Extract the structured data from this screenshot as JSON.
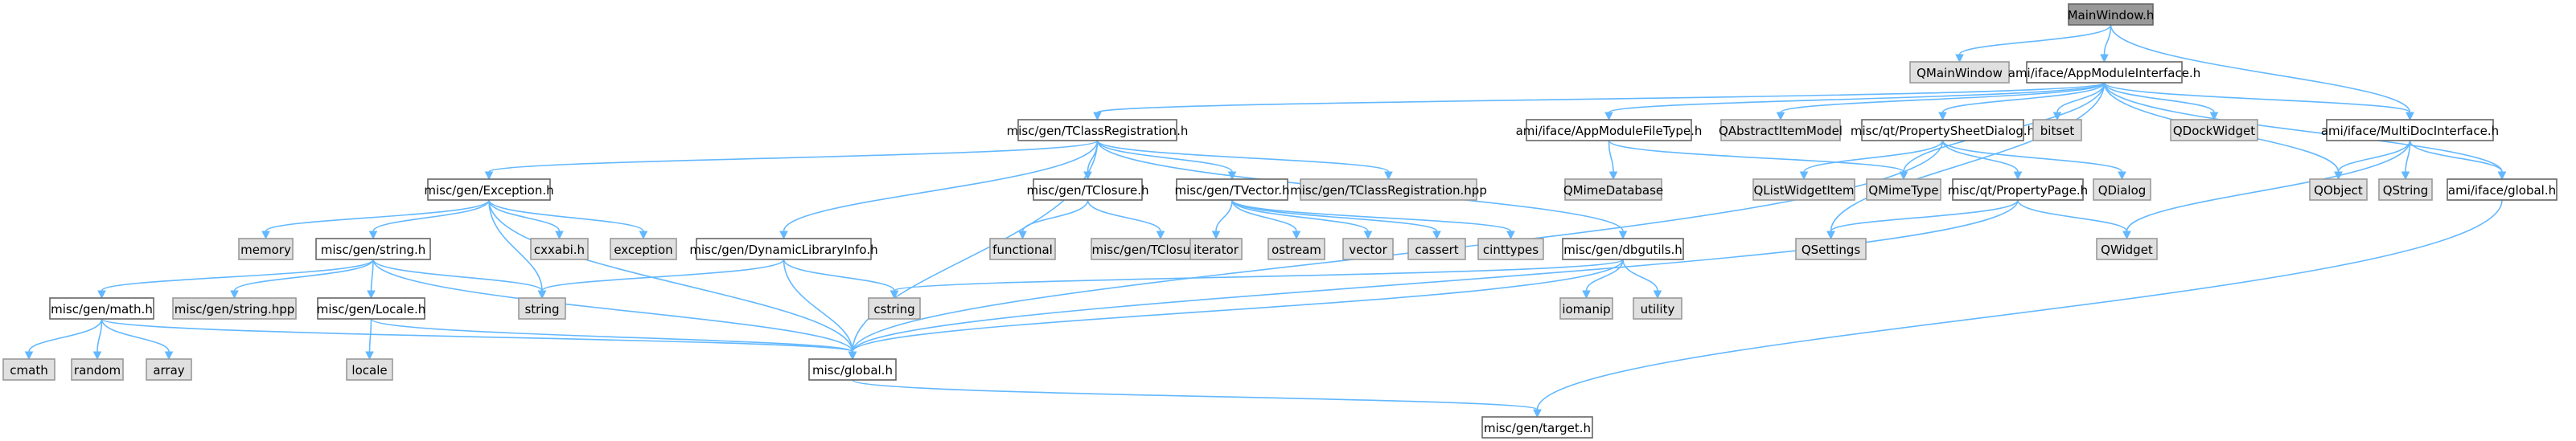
{
  "diagram": {
    "type": "include-dependency-graph",
    "colors": {
      "edge": "#63b8ff",
      "root_fill": "#999999",
      "root_border": "#666666",
      "documented_fill": "#ffffff",
      "documented_border": "#666666",
      "external_fill": "#e0e0e0",
      "external_border": "#999999"
    },
    "nodes": [
      {
        "id": "mainwindow",
        "label": "MainWindow.h",
        "kind": "root"
      },
      {
        "id": "qmainwindow",
        "label": "QMainWindow",
        "kind": "external"
      },
      {
        "id": "appmodule",
        "label": "ami/iface/AppModuleInterface.h",
        "kind": "documented"
      },
      {
        "id": "tclassreg",
        "label": "misc/gen/TClassRegistration.h",
        "kind": "documented"
      },
      {
        "id": "appmodulefiletype",
        "label": "ami/iface/AppModuleFileType.h",
        "kind": "documented"
      },
      {
        "id": "qabstractitemmodel",
        "label": "QAbstractItemModel",
        "kind": "external"
      },
      {
        "id": "propsheetdialog",
        "label": "misc/qt/PropertySheetDialog.h",
        "kind": "documented"
      },
      {
        "id": "bitset",
        "label": "bitset",
        "kind": "external"
      },
      {
        "id": "qdockwidget",
        "label": "QDockWidget",
        "kind": "external"
      },
      {
        "id": "multidoc",
        "label": "ami/iface/MultiDocInterface.h",
        "kind": "documented"
      },
      {
        "id": "exception_h",
        "label": "misc/gen/Exception.h",
        "kind": "documented"
      },
      {
        "id": "tclosure",
        "label": "misc/gen/TClosure.h",
        "kind": "documented"
      },
      {
        "id": "tvector",
        "label": "misc/gen/TVector.h",
        "kind": "documented"
      },
      {
        "id": "tclassreghpp",
        "label": "misc/gen/TClassRegistration.hpp",
        "kind": "external"
      },
      {
        "id": "qmimedatabase",
        "label": "QMimeDatabase",
        "kind": "external"
      },
      {
        "id": "qlistwidgetitem",
        "label": "QListWidgetItem",
        "kind": "external"
      },
      {
        "id": "qmimetype",
        "label": "QMimeType",
        "kind": "external"
      },
      {
        "id": "propertypage",
        "label": "misc/qt/PropertyPage.h",
        "kind": "documented"
      },
      {
        "id": "qdialog",
        "label": "QDialog",
        "kind": "external"
      },
      {
        "id": "qobject",
        "label": "QObject",
        "kind": "external"
      },
      {
        "id": "qstring",
        "label": "QString",
        "kind": "external"
      },
      {
        "id": "amiglobal",
        "label": "ami/iface/global.h",
        "kind": "documented"
      },
      {
        "id": "memory",
        "label": "memory",
        "kind": "external"
      },
      {
        "id": "genstring",
        "label": "misc/gen/string.h",
        "kind": "documented"
      },
      {
        "id": "cxxabi",
        "label": "cxxabi.h",
        "kind": "external"
      },
      {
        "id": "exception",
        "label": "exception",
        "kind": "external"
      },
      {
        "id": "dynlib",
        "label": "misc/gen/DynamicLibraryInfo.h",
        "kind": "documented"
      },
      {
        "id": "functional",
        "label": "functional",
        "kind": "external"
      },
      {
        "id": "tclosurehpp",
        "label": "misc/gen/TClosure.hpp",
        "kind": "external"
      },
      {
        "id": "iterator",
        "label": "iterator",
        "kind": "external"
      },
      {
        "id": "ostream",
        "label": "ostream",
        "kind": "external"
      },
      {
        "id": "vector",
        "label": "vector",
        "kind": "external"
      },
      {
        "id": "cassert",
        "label": "cassert",
        "kind": "external"
      },
      {
        "id": "cinttypes",
        "label": "cinttypes",
        "kind": "external"
      },
      {
        "id": "dbgutils",
        "label": "misc/gen/dbgutils.h",
        "kind": "documented"
      },
      {
        "id": "qsettings",
        "label": "QSettings",
        "kind": "external"
      },
      {
        "id": "qwidget",
        "label": "QWidget",
        "kind": "external"
      },
      {
        "id": "genmath",
        "label": "misc/gen/math.h",
        "kind": "documented"
      },
      {
        "id": "genstringhpp",
        "label": "misc/gen/string.hpp",
        "kind": "external"
      },
      {
        "id": "genlocale",
        "label": "misc/gen/Locale.h",
        "kind": "documented"
      },
      {
        "id": "string",
        "label": "string",
        "kind": "external"
      },
      {
        "id": "cstring",
        "label": "cstring",
        "kind": "external"
      },
      {
        "id": "iomanip",
        "label": "iomanip",
        "kind": "external"
      },
      {
        "id": "utility",
        "label": "utility",
        "kind": "external"
      },
      {
        "id": "cmath",
        "label": "cmath",
        "kind": "external"
      },
      {
        "id": "random",
        "label": "random",
        "kind": "external"
      },
      {
        "id": "array",
        "label": "array",
        "kind": "external"
      },
      {
        "id": "locale",
        "label": "locale",
        "kind": "external"
      },
      {
        "id": "miscglobal",
        "label": "misc/global.h",
        "kind": "documented"
      },
      {
        "id": "target",
        "label": "misc/gen/target.h",
        "kind": "documented"
      }
    ],
    "edges": [
      [
        "mainwindow",
        "qmainwindow"
      ],
      [
        "mainwindow",
        "appmodule"
      ],
      [
        "mainwindow",
        "multidoc"
      ],
      [
        "appmodule",
        "tclassreg"
      ],
      [
        "appmodule",
        "appmodulefiletype"
      ],
      [
        "appmodule",
        "qabstractitemmodel"
      ],
      [
        "appmodule",
        "propsheetdialog"
      ],
      [
        "appmodule",
        "bitset"
      ],
      [
        "appmodule",
        "qdockwidget"
      ],
      [
        "appmodule",
        "multidoc"
      ],
      [
        "appmodule",
        "qobject"
      ],
      [
        "appmodule",
        "amiglobal"
      ],
      [
        "appmodule",
        "qsettings"
      ],
      [
        "appmodule",
        "qmimetype"
      ],
      [
        "tclassreg",
        "exception_h"
      ],
      [
        "tclassreg",
        "tclosure"
      ],
      [
        "tclassreg",
        "tvector"
      ],
      [
        "tclassreg",
        "tclassreghpp"
      ],
      [
        "tclassreg",
        "dynlib"
      ],
      [
        "tclassreg",
        "dbgutils"
      ],
      [
        "tclassreg",
        "miscglobal"
      ],
      [
        "appmodulefiletype",
        "qmimedatabase"
      ],
      [
        "appmodulefiletype",
        "qmimetype"
      ],
      [
        "propsheetdialog",
        "qlistwidgetitem"
      ],
      [
        "propsheetdialog",
        "propertypage"
      ],
      [
        "propsheetdialog",
        "qdialog"
      ],
      [
        "propsheetdialog",
        "miscglobal"
      ],
      [
        "multidoc",
        "qobject"
      ],
      [
        "multidoc",
        "qstring"
      ],
      [
        "multidoc",
        "qwidget"
      ],
      [
        "multidoc",
        "amiglobal"
      ],
      [
        "amiglobal",
        "target"
      ],
      [
        "exception_h",
        "memory"
      ],
      [
        "exception_h",
        "genstring"
      ],
      [
        "exception_h",
        "cxxabi"
      ],
      [
        "exception_h",
        "exception"
      ],
      [
        "exception_h",
        "string"
      ],
      [
        "exception_h",
        "miscglobal"
      ],
      [
        "tclosure",
        "functional"
      ],
      [
        "tclosure",
        "tclosurehpp"
      ],
      [
        "tvector",
        "iterator"
      ],
      [
        "tvector",
        "ostream"
      ],
      [
        "tvector",
        "vector"
      ],
      [
        "tvector",
        "cassert"
      ],
      [
        "tvector",
        "cinttypes"
      ],
      [
        "propertypage",
        "qsettings"
      ],
      [
        "propertypage",
        "qwidget"
      ],
      [
        "propertypage",
        "miscglobal"
      ],
      [
        "genstring",
        "genmath"
      ],
      [
        "genstring",
        "genstringhpp"
      ],
      [
        "genstring",
        "genlocale"
      ],
      [
        "genstring",
        "string"
      ],
      [
        "genstring",
        "miscglobal"
      ],
      [
        "dynlib",
        "string"
      ],
      [
        "dynlib",
        "cstring"
      ],
      [
        "dynlib",
        "miscglobal"
      ],
      [
        "dbgutils",
        "cstring"
      ],
      [
        "dbgutils",
        "iomanip"
      ],
      [
        "dbgutils",
        "utility"
      ],
      [
        "dbgutils",
        "miscglobal"
      ],
      [
        "genmath",
        "cmath"
      ],
      [
        "genmath",
        "random"
      ],
      [
        "genmath",
        "array"
      ],
      [
        "genmath",
        "miscglobal"
      ],
      [
        "genlocale",
        "locale"
      ],
      [
        "genlocale",
        "miscglobal"
      ],
      [
        "miscglobal",
        "target"
      ]
    ]
  }
}
